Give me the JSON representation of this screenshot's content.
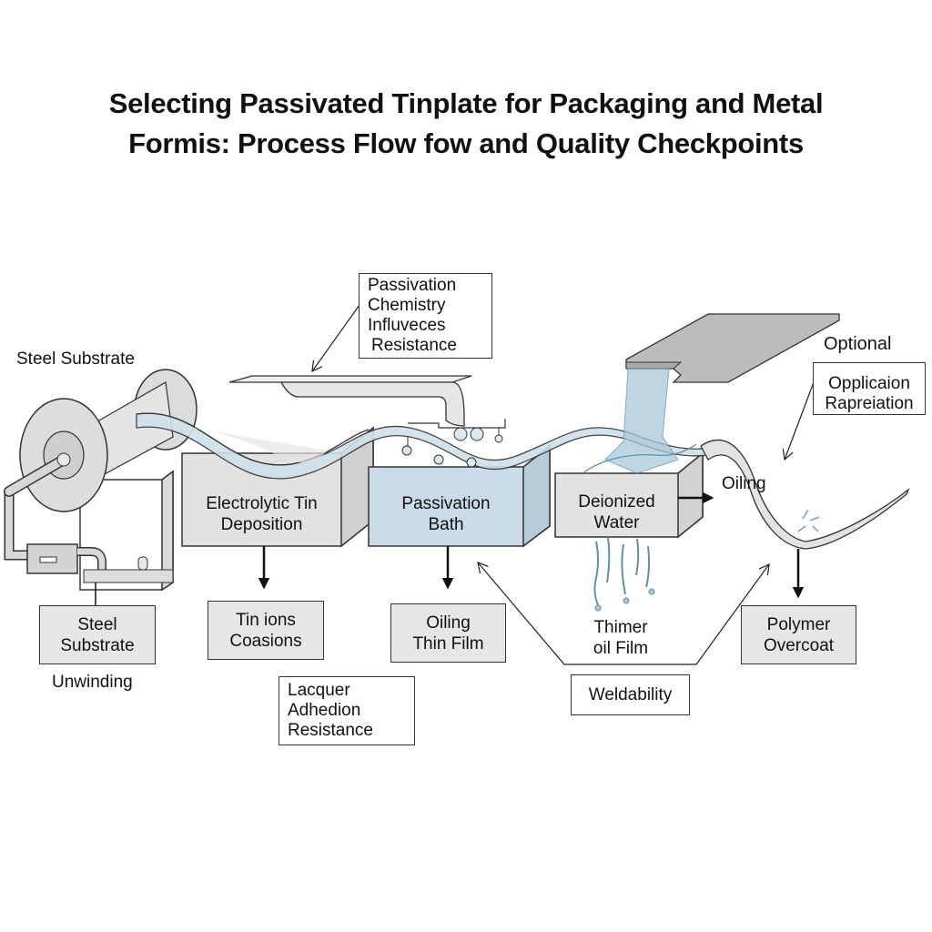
{
  "title": {
    "line1": "Selecting Passivated Tinplate for Packaging and Metal",
    "line2": "Formis: Process Flow fow and Quality Checkpoints"
  },
  "top_labels": {
    "steel_substrate": "Steel Substrate",
    "optional": "Optional"
  },
  "callouts": {
    "passivation_chemistry": [
      "Passivation",
      "Chemistry",
      "Influveces",
      "Resistance"
    ],
    "opplication": [
      "Opplicaion",
      "Rapreiation"
    ]
  },
  "stages": [
    {
      "id": "electrolytic-tin-deposition",
      "lines": [
        "Electrolytic Tin",
        "Deposition"
      ]
    },
    {
      "id": "passivation-bath",
      "lines": [
        "Passivation",
        "Bath"
      ]
    },
    {
      "id": "deionized-water",
      "lines": [
        "Deionized",
        "Water"
      ]
    },
    {
      "id": "oiling",
      "lines": [
        "Oiling"
      ]
    }
  ],
  "output_boxes": [
    {
      "id": "steel-substrate",
      "lines": [
        "Steel",
        "Substrate"
      ]
    },
    {
      "id": "tin-ions",
      "lines": [
        "Tin ions",
        "Coasions"
      ]
    },
    {
      "id": "oiling-thin-film",
      "lines": [
        "Oiling",
        "Thin Film"
      ]
    },
    {
      "id": "polymer-overcoat",
      "lines": [
        "Polymer",
        "Overcoat"
      ]
    }
  ],
  "checkpoints": {
    "lacquer": [
      "Lacquer",
      "Adhedion",
      "Resistance"
    ],
    "weldability": "Weldability",
    "thimer_oil_film": [
      "Thimer",
      "oil Film"
    ],
    "unwinding": "Unwinding"
  },
  "colors": {
    "ink": "#111111",
    "box_grey": "#e6e6e6",
    "metal_light": "#e2e2e2",
    "metal_mid": "#cfcfcf",
    "plate_grey": "#b9b9b9",
    "bath_blue": "#c9dbe6",
    "water_blue": "#a9c8dc",
    "water_stroke": "#5f8fb0"
  }
}
